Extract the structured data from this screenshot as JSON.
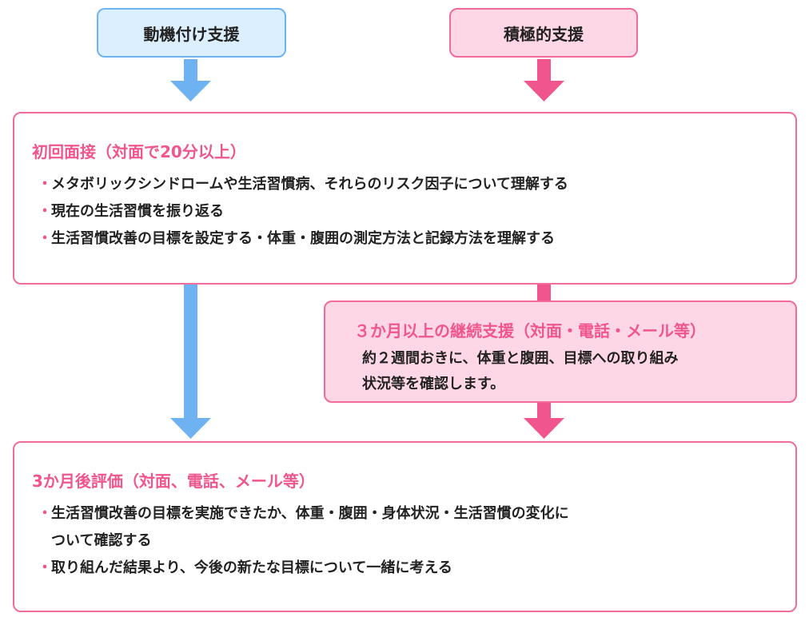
{
  "colors": {
    "blue_arrow": "#6fb2f2",
    "pink_arrow": "#f0568d",
    "pink_border": "#f06c9b",
    "pink_fill": "#fdd7e5",
    "blue_fill": "#dcefff"
  },
  "top": {
    "motivation_label": "動機付け支援",
    "active_label": "積極的支援"
  },
  "initial": {
    "title": "初回面接（対面で20分以上）",
    "bullet_mark": "・",
    "bullets": [
      "メタボリックシンドロームや生活習慣病、それらのリスク因子について理解する",
      "現在の生活習慣を振り返る",
      "生活習慣改善の目標を設定する・体重・腹囲の測定方法と記録方法を理解する"
    ]
  },
  "continuous": {
    "title": "３か月以上の継続支援（対面・電話・メール等）",
    "lines": [
      "約２週間おきに、体重と腹囲、目標への取り組み",
      "状況等を確認します。"
    ]
  },
  "evaluation": {
    "title": "3か月後評価（対面、電話、メール等）",
    "bullet_mark": "・",
    "bullets": [
      "生活習慣改善の目標を実施できたか、体重・腹囲・身体状況・生活習慣の変化に",
      "取り組んだ結果より、今後の新たな目標について一緒に考える"
    ],
    "bullet1_continuation": "ついて確認する"
  }
}
